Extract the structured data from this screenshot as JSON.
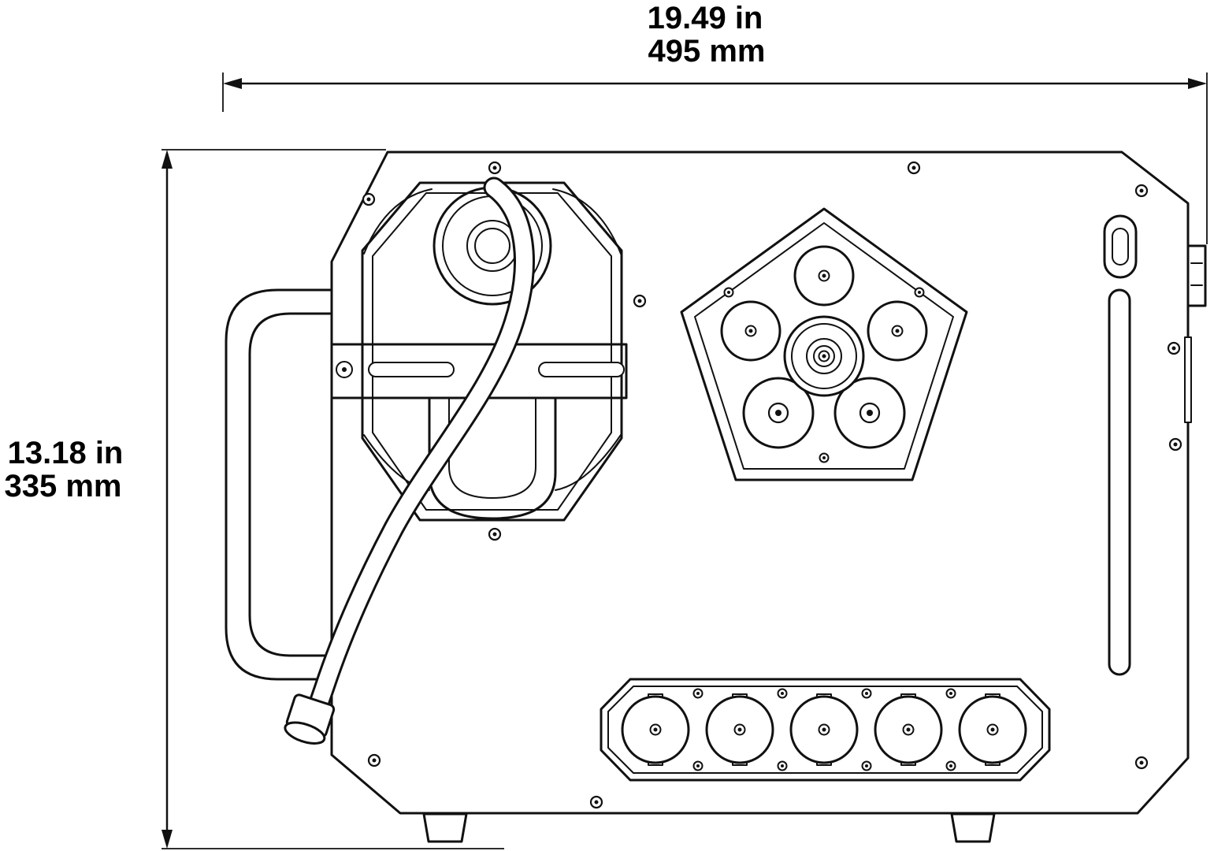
{
  "dimensions": {
    "width": {
      "in": "19.49 in",
      "mm": "495 mm"
    },
    "height": {
      "in": "13.18 in",
      "mm": "335 mm"
    }
  },
  "colors": {
    "line": "#111111",
    "background": "#ffffff",
    "text": "#000000"
  },
  "drawing": {
    "type": "dimensional line drawing",
    "view": "front panel of equipment with blower, hose, pentagon lens cluster, five-lens strip, side handle and feet"
  }
}
